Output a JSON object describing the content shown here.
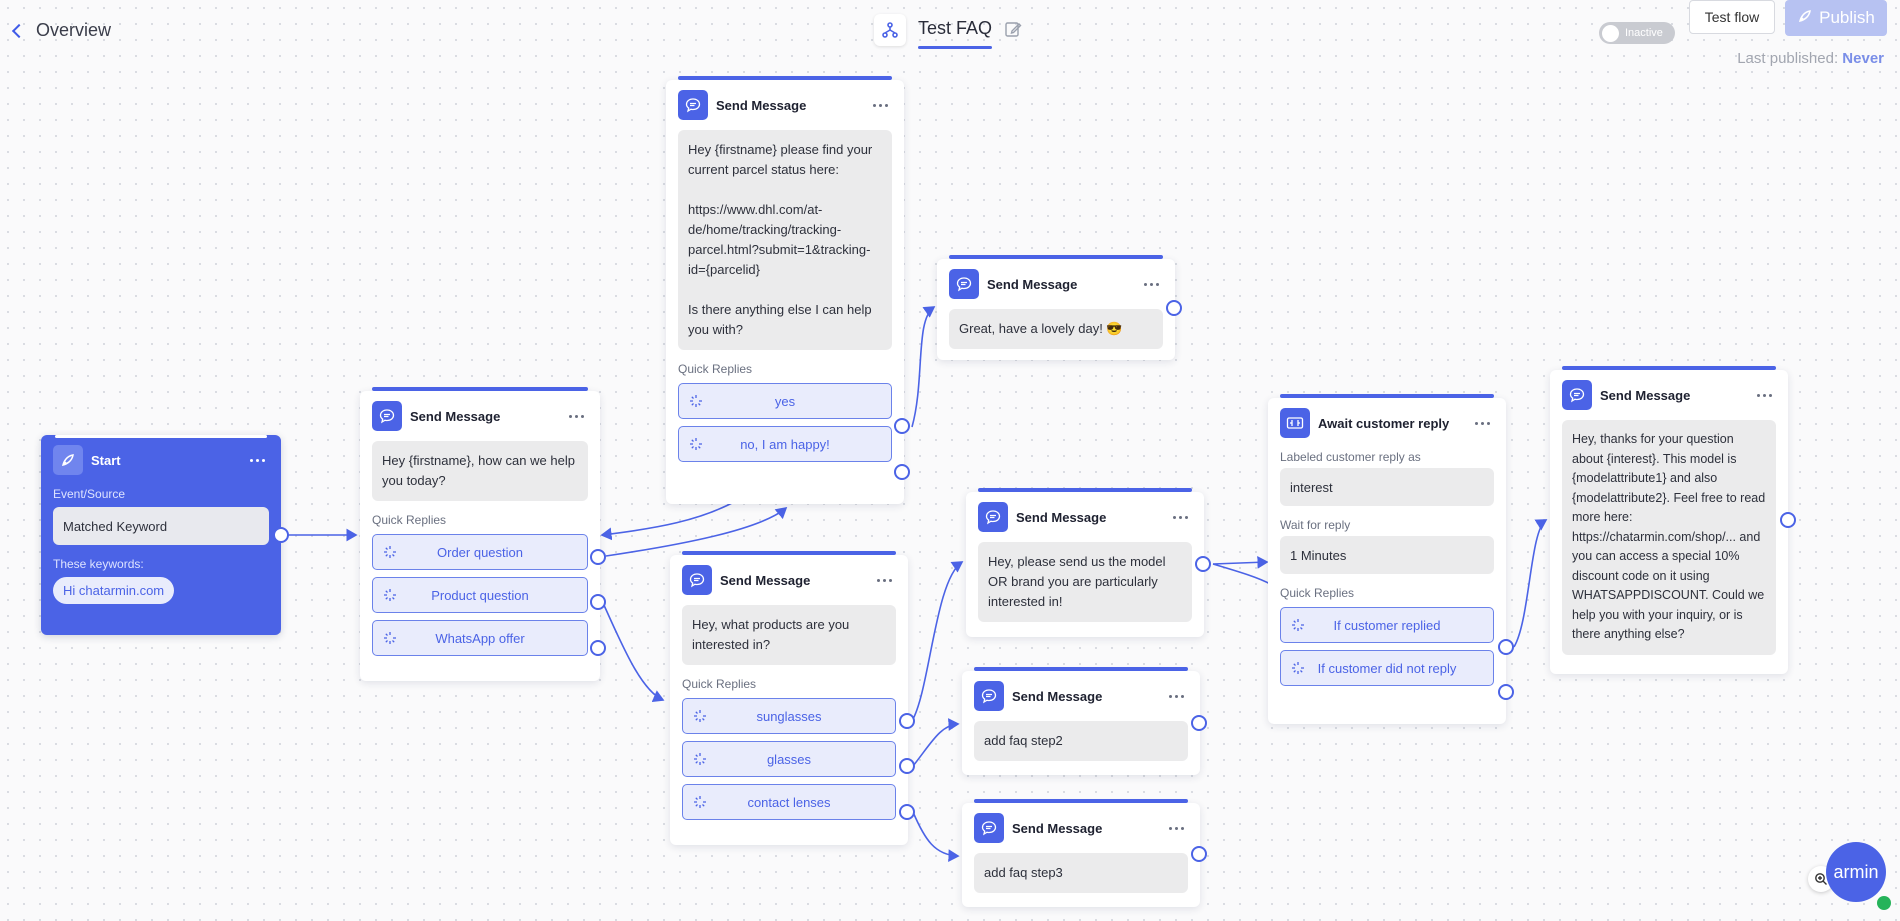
{
  "header": {
    "back_label": "Overview",
    "title": "Test FAQ",
    "toggle_label": "Inactive",
    "test_flow": "Test flow",
    "publish": "Publish",
    "last_published_label": "Last published:",
    "last_published_value": "Never"
  },
  "start": {
    "title": "Start",
    "event_label": "Event/Source",
    "event_value": "Matched Keyword",
    "keywords_label": "These keywords:",
    "keyword": "Hi chatarmin.com"
  },
  "node_a": {
    "title": "Send Message",
    "message": "Hey {firstname}, how can we help you today?",
    "qr_label": "Quick Replies",
    "replies": [
      "Order question",
      "Product question",
      "WhatsApp offer"
    ]
  },
  "node_b": {
    "title": "Send Message",
    "message": "Hey {firstname} please find your current parcel status here:\n\nhttps://www.dhl.com/at-de/home/tracking/tracking-parcel.html?submit=1&tracking-id={parcelid}\n\nIs there anything else I can help you with?",
    "qr_label": "Quick Replies",
    "replies": [
      "yes",
      "no, I am happy!"
    ]
  },
  "node_c": {
    "title": "Send Message",
    "message": "Great, have a lovely day! 😎"
  },
  "node_d": {
    "title": "Send Message",
    "message": "Hey, what products are you interested in?",
    "qr_label": "Quick Replies",
    "replies": [
      "sunglasses",
      "glasses",
      "contact lenses"
    ]
  },
  "node_e": {
    "title": "Send Message",
    "message": "Hey, please send us the model OR brand you are particularly interested in!"
  },
  "node_f": {
    "title": "Send Message",
    "message": "add faq step2"
  },
  "node_g": {
    "title": "Send Message",
    "message": "add faq step3"
  },
  "node_h": {
    "title": "Await customer reply",
    "labeled_label": "Labeled customer reply as",
    "labeled_value": "interest",
    "wait_label": "Wait for reply",
    "wait_value": "1 Minutes",
    "qr_label": "Quick Replies",
    "replies": [
      "If customer replied",
      "If customer did not reply"
    ]
  },
  "node_i": {
    "title": "Send Message",
    "message": "Hey, thanks for your question about {interest}. This model is {modelattribute1} and also {modelattribute2}. Feel free to read more here: https://chatarmin.com/shop/... and you can access a special 10% discount code on it using WHATSAPPDISCOUNT. Could we help you with your inquiry, or is there anything else?"
  },
  "widget": {
    "label": "armin"
  },
  "colors": {
    "accent": "#4b63e6",
    "quick_reply_bg": "#e9ecfc",
    "inactive": "#c9cbd1"
  },
  "icons": [
    "chevron-left-icon",
    "flow-icon",
    "edit-icon",
    "rocket-icon",
    "chat-bubble-icon",
    "await-reply-icon",
    "sparkle-icon",
    "more-icon",
    "zoom-icon",
    "whatsapp-icon"
  ]
}
